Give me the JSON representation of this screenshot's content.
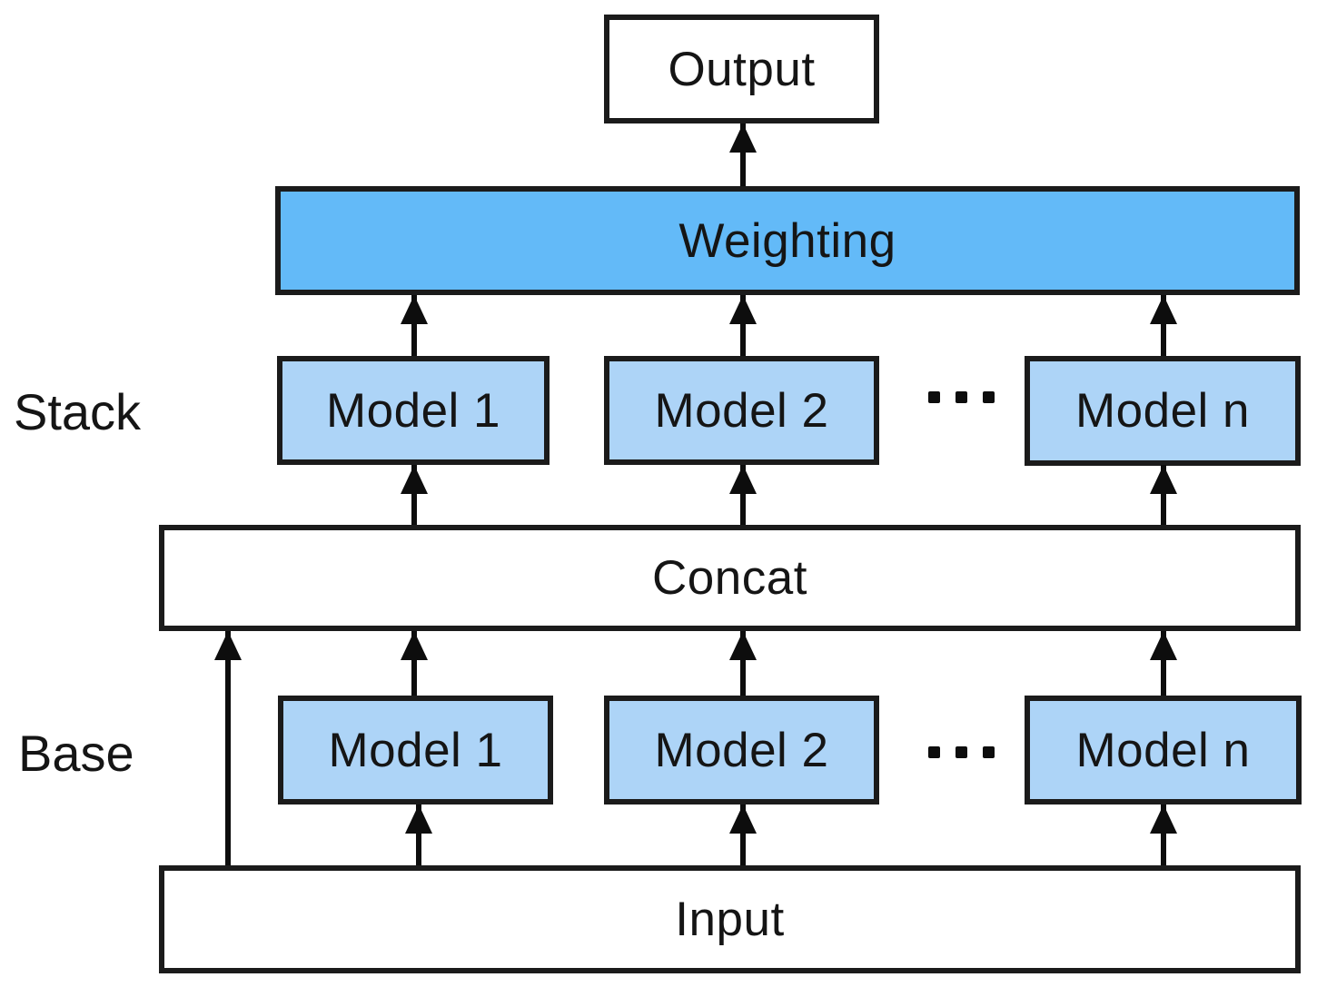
{
  "diagram": {
    "output": {
      "label": "Output"
    },
    "weighting": {
      "label": "Weighting"
    },
    "concat": {
      "label": "Concat"
    },
    "input": {
      "label": "Input"
    },
    "rows": {
      "stack": {
        "label": "Stack",
        "models": [
          "Model 1",
          "Model 2",
          "Model n"
        ],
        "ellipsis": "..."
      },
      "base": {
        "label": "Base",
        "models": [
          "Model 1",
          "Model 2",
          "Model n"
        ],
        "ellipsis": "..."
      }
    },
    "colors": {
      "weighting_fill": "#63baf8",
      "model_fill": "#add4f7",
      "box_border": "#1b1b1b",
      "text": "#151515",
      "arrow": "#0d0d0d",
      "background": "#ffffff"
    }
  }
}
